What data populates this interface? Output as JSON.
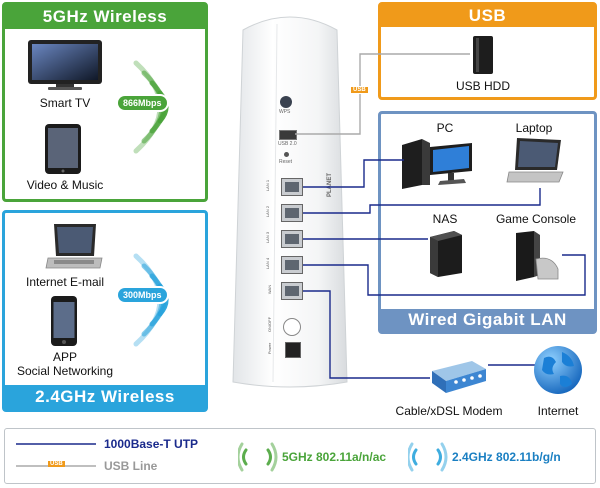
{
  "panels": {
    "wireless5": {
      "title": "5GHz Wireless",
      "color": "#4aa43a"
    },
    "usb": {
      "title": "USB",
      "color": "#f09a1a"
    },
    "wireless24": {
      "title": "2.4GHz Wireless",
      "color": "#2aa4dc"
    },
    "lan": {
      "title": "Wired Gigabit LAN",
      "color": "#6e93c2"
    }
  },
  "devices": {
    "smart_tv": "Smart TV",
    "video_music": "Video & Music",
    "internet_email": "Internet E-mail",
    "app": "APP",
    "social": "Social Networking",
    "usb_hdd": "USB HDD",
    "pc": "PC",
    "laptop": "Laptop",
    "nas": "NAS",
    "game_console": "Game Console",
    "modem": "Cable/xDSL Modem",
    "internet": "Internet"
  },
  "speeds": {
    "ac": "866Mbps",
    "n": "300Mbps"
  },
  "usb_tag": "USB",
  "router": {
    "wps": "WPS",
    "usb_port": "USB 2.0",
    "reset": "Reset",
    "lan1": "LAN 1",
    "lan2": "LAN 2",
    "lan3": "LAN 3",
    "lan4": "LAN 4",
    "wan": "WAN",
    "onoff": "ON/OFF",
    "power": "Power",
    "brand": "PLANET"
  },
  "legend": {
    "utp": "1000Base-T UTP",
    "usb_line": "USB Line",
    "usb_tag": "USB",
    "ac": "5GHz 802.11a/n/ac",
    "bgn": "2.4GHz 802.11b/g/n"
  },
  "colors": {
    "cable": "#1a2a8c",
    "usb_line": "#aaaaaa",
    "green": "#4aa43a",
    "blue": "#2aa4dc",
    "orange": "#f09a1a"
  }
}
